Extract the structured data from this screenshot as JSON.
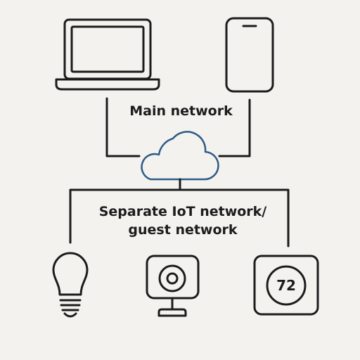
{
  "labels": {
    "main_network": "Main network",
    "iot_network_line1": "Separate IoT network/",
    "iot_network_line2": "guest network"
  },
  "devices": {
    "main": [
      {
        "name": "laptop-icon"
      },
      {
        "name": "smartphone-icon"
      }
    ],
    "iot": [
      {
        "name": "light-bulb-icon"
      },
      {
        "name": "security-camera-icon"
      },
      {
        "name": "thermostat-icon"
      }
    ]
  },
  "thermostat": {
    "reading": "72"
  },
  "colors": {
    "stroke": "#1c1c1c",
    "cloud": "#2d5c86",
    "background": "#f4f2ef"
  }
}
